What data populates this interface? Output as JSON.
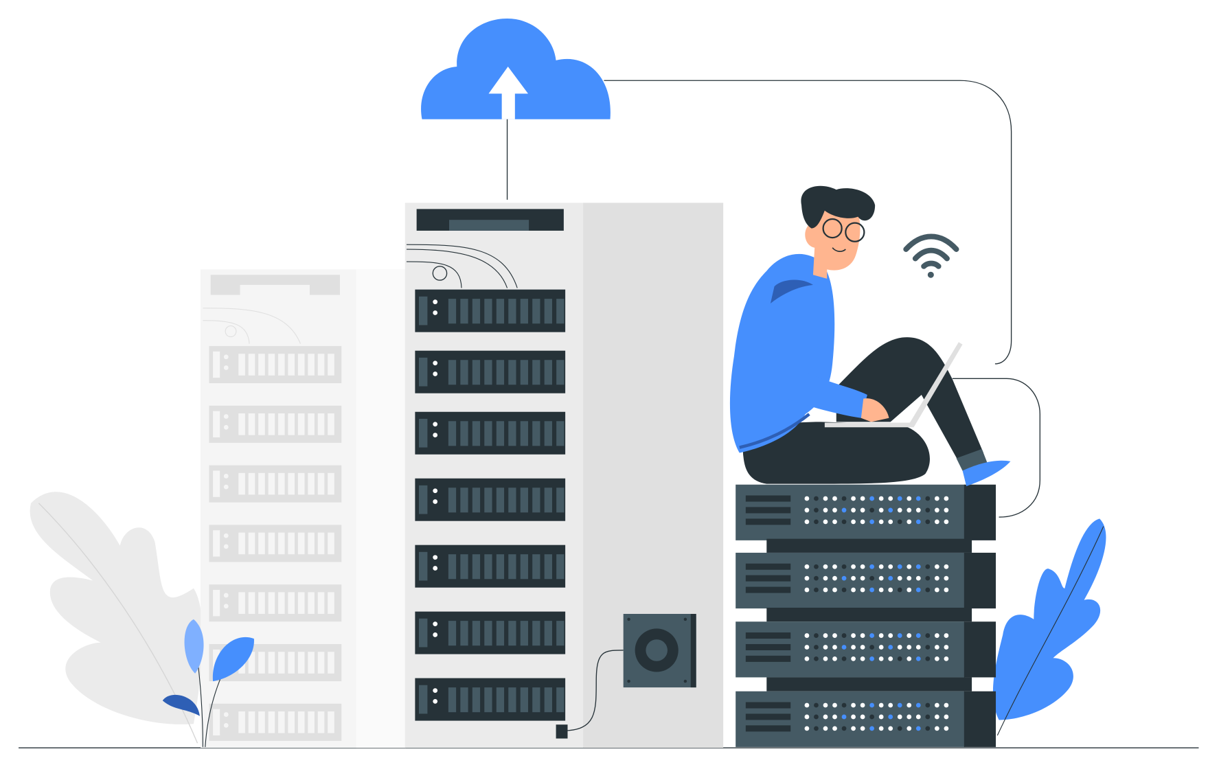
{
  "illustration": {
    "subject": "person-with-laptop-on-server-stack",
    "icons": [
      "cloud-upload-icon",
      "wifi-icon",
      "server-rack-icon",
      "speaker-icon",
      "leaf-icon"
    ],
    "colors": {
      "accent_blue": "#468ffd",
      "dark_blue": "#2e5fb5",
      "light_blue": "#7fb0ff",
      "server_dark": "#263238",
      "server_slate": "#455a64",
      "tower_light": "#ebebeb",
      "tower_shade": "#e0e0e0",
      "faded_tower": "#f5f5f5",
      "faded_unit": "#e0e0e0",
      "skin": "#ffb58f",
      "leaf_gray": "#ebebeb",
      "line": "#263238"
    },
    "tower_units": 7,
    "faded_tower_units": 7,
    "stacked_servers": 4
  }
}
